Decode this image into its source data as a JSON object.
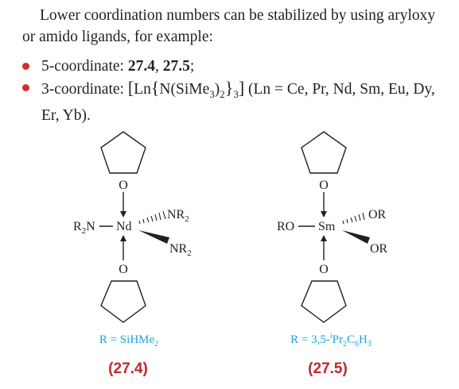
{
  "intro": {
    "text": "Lower coordination numbers can be stabilized by using aryloxy or amido ligands, for example:"
  },
  "bullets": [
    {
      "prefix": "5-coordinate: ",
      "bold": "27.4",
      "sep": ", ",
      "bold2": "27.5",
      "suffix": ";"
    },
    {
      "prefix": "3-coordinate: ",
      "formula": "[Ln{N(SiMe3)2}3]",
      "suffix": "(Ln = Ce, Pr, Nd, Sm, Eu, Dy, Er, Yb)."
    }
  ],
  "structures": [
    {
      "metal": "Nd",
      "left_group": "R2N",
      "right_upper": "NR2",
      "right_lower": "NR2",
      "o_top": "O",
      "o_bottom": "O",
      "caption": "R = SiHMe2",
      "compound": "(27.4)"
    },
    {
      "metal": "Sm",
      "left_group": "RO",
      "right_upper": "OR",
      "right_lower": "OR",
      "o_top": "O",
      "o_bottom": "O",
      "caption": "R = 3,5-iPr2C6H3",
      "compound": "(27.5)"
    }
  ],
  "colors": {
    "bullet": "#d92b2b",
    "caption": "#1ba3dc",
    "compound_label": "#c0282d",
    "text": "#231f20"
  }
}
